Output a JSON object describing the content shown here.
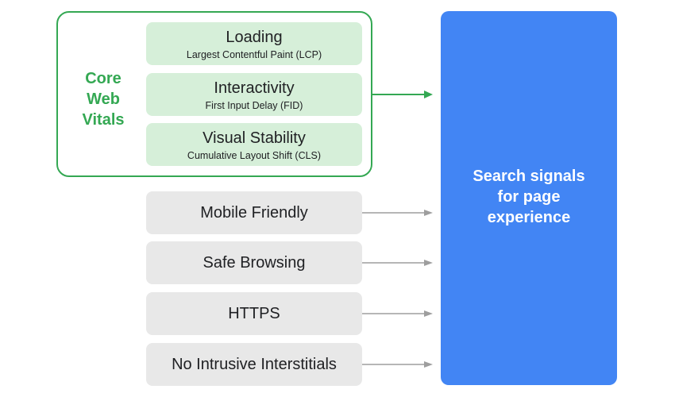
{
  "core_web_vitals": {
    "label_lines": [
      "Core",
      "Web",
      "Vitals"
    ],
    "metrics": [
      {
        "title": "Loading",
        "subtitle": "Largest Contentful Paint (LCP)"
      },
      {
        "title": "Interactivity",
        "subtitle": "First Input Delay (FID)"
      },
      {
        "title": "Visual Stability",
        "subtitle": "Cumulative Layout Shift (CLS)"
      }
    ]
  },
  "signals": [
    {
      "label": "Mobile Friendly"
    },
    {
      "label": "Safe Browsing"
    },
    {
      "label": "HTTPS"
    },
    {
      "label": "No Intrusive Interstitials"
    }
  ],
  "target": {
    "label_lines": [
      "Search signals",
      "for page",
      "experience"
    ]
  },
  "colors": {
    "core_web_vitals_accent": "#34a853",
    "metric_fill": "#d6efd9",
    "signal_fill": "#e8e8e8",
    "target_fill": "#4285f4",
    "arrow_gray": "#9e9e9e"
  }
}
